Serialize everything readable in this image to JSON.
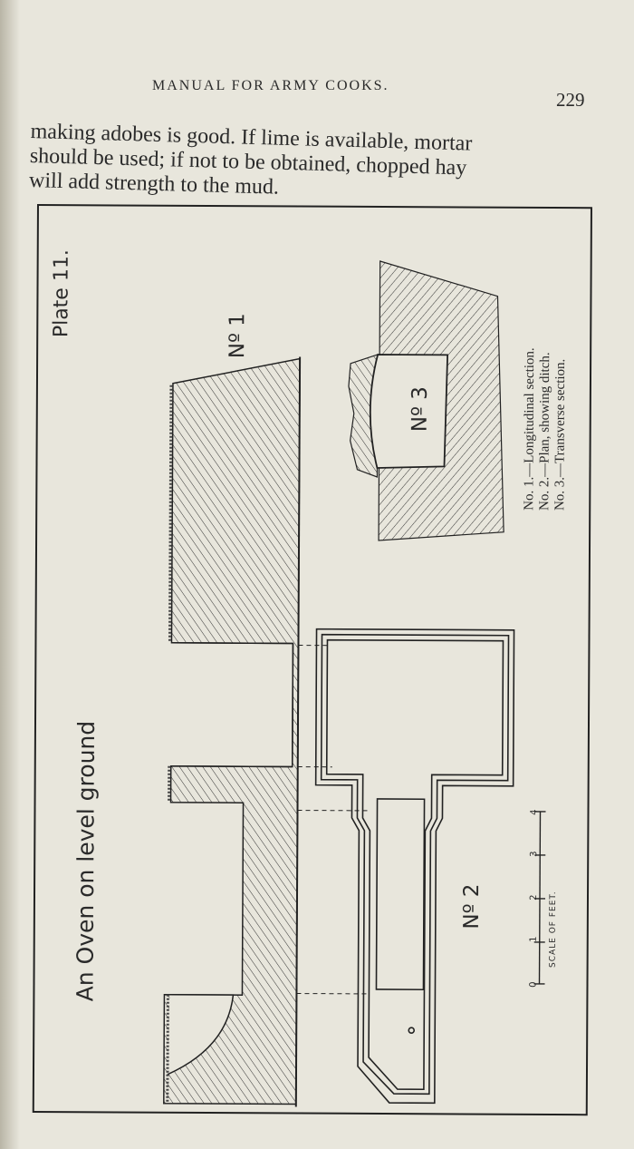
{
  "header": {
    "running_title": "MANUAL FOR ARMY COOKS.",
    "page_number": "229"
  },
  "body_text": {
    "lines": [
      "making adobes is good.   If lime is available, mortar",
      "should be used; if not to be obtained, chopped hay",
      "will add strength to the mud."
    ]
  },
  "plate": {
    "plate_label": "Plate 11.",
    "title": "An Oven on level ground",
    "figure_labels": {
      "no1": "Nº 1",
      "no2": "Nº 2",
      "no3": "Nº 3"
    },
    "caption": [
      "No. 1.—Longitudinal section.",
      "No. 2.—Plan, showing ditch.",
      "No. 3.—Transverse section."
    ],
    "scale": {
      "ticks": [
        "0",
        "1",
        "2",
        "3",
        "4"
      ],
      "label": "SCALE  OF  FEET."
    }
  }
}
